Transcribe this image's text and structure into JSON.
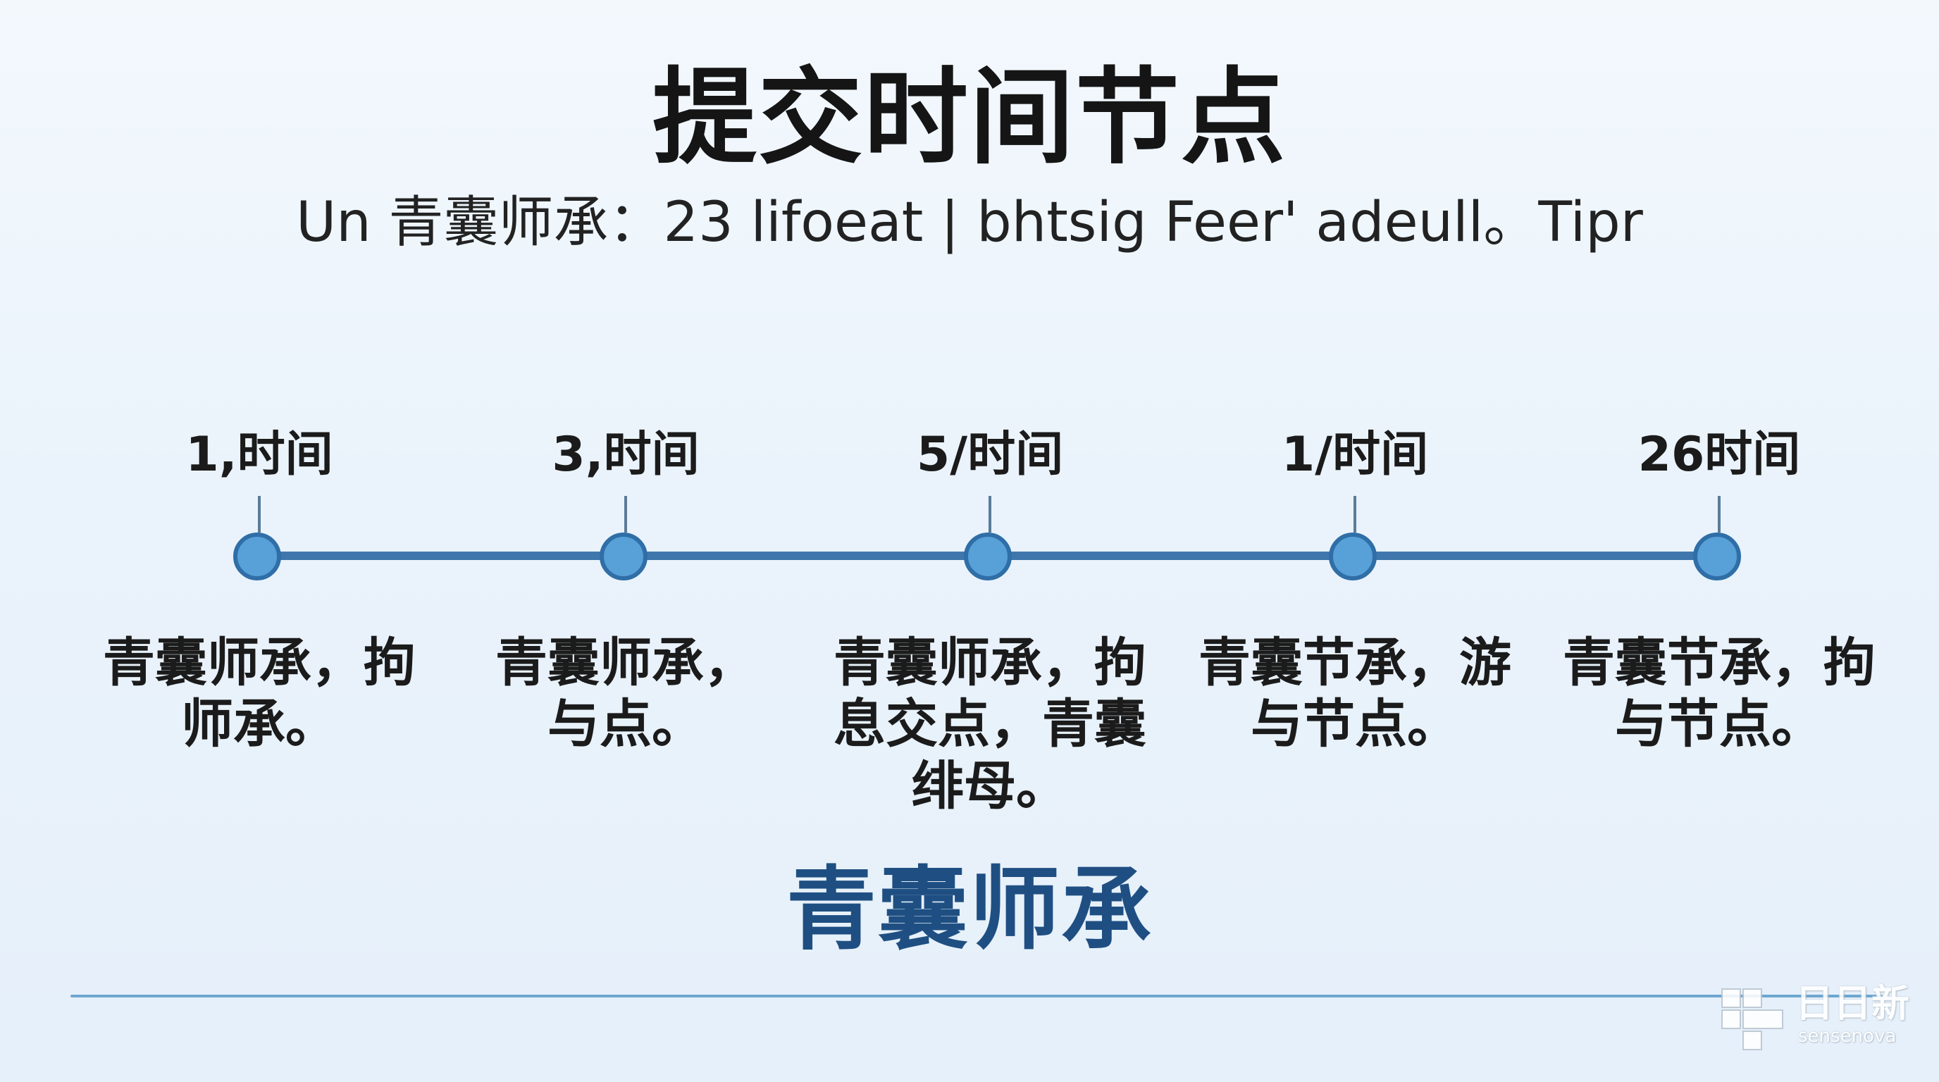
{
  "header": {
    "title": "提交时间节点",
    "subtitle": "Un 青囊师承：23 lifoeat | bhtsig Feer' adeull。Tipr"
  },
  "timeline": {
    "nodes": [
      {
        "date": "1,时间",
        "desc_lines": [
          "青囊师承，拘",
          "师承。"
        ]
      },
      {
        "date": "3,时间",
        "desc_lines": [
          "青囊师承，",
          "与点。"
        ]
      },
      {
        "date": "5/时间",
        "desc_lines": [
          "青囊师承，拘",
          "息交点，青囊",
          "绯母。"
        ]
      },
      {
        "date": "1/时间",
        "desc_lines": [
          "青囊节承，游",
          "与节点。"
        ]
      },
      {
        "date": "26时间",
        "desc_lines": [
          "青囊节承，拘",
          "与节点。"
        ]
      }
    ]
  },
  "footer": {
    "brand_text": "青囊师承"
  },
  "watermark": {
    "name": "日日新",
    "sub": "sensenova"
  },
  "colors": {
    "background": "#eaf3fb",
    "timeline_line": "#3f77ad",
    "dot_fill": "#58a0d8",
    "dot_border": "#2f6ea6",
    "brand_text": "#1f4f82",
    "bottom_rule": "#6ea7d0"
  }
}
